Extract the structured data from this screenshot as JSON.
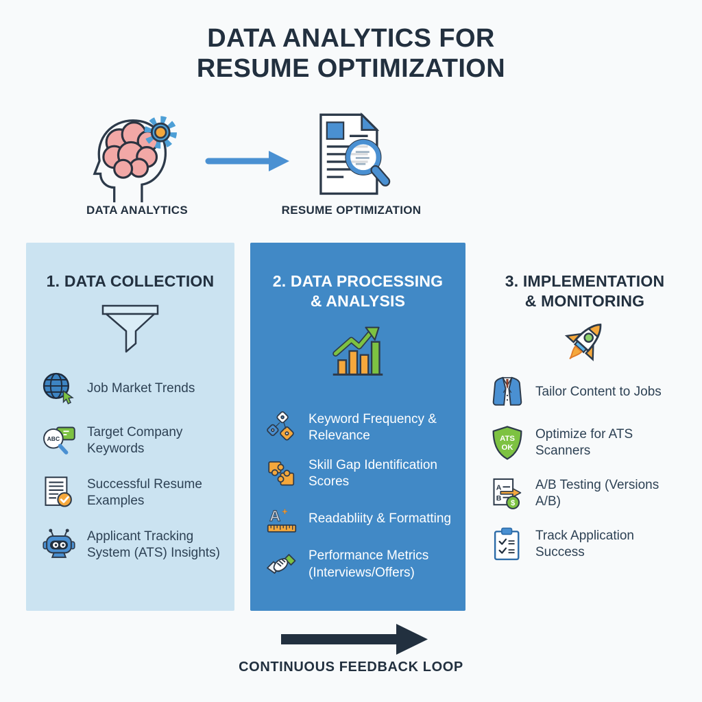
{
  "title": {
    "line1": "DATA ANALYTICS FOR",
    "line2": "RESUME OPTIMIZATION"
  },
  "flow": {
    "source": {
      "label": "DATA ANALYTICS",
      "icon": "brain-gear-icon"
    },
    "arrow_icon": "right-arrow-icon",
    "target": {
      "label": "RESUME OPTIMIZATION",
      "icon": "resume-magnifier-icon"
    }
  },
  "columns": [
    {
      "title": "1. DATA COLLECTION",
      "header_icon": "funnel-icon",
      "panel_color": "#cbe3f1",
      "items": [
        {
          "icon": "globe-cursor-icon",
          "text": "Job Market Trends"
        },
        {
          "icon": "keyword-search-icon",
          "text": "Target Company Keywords"
        },
        {
          "icon": "resume-check-icon",
          "text": "Successful Resume Examples"
        },
        {
          "icon": "robot-icon",
          "text": "Applicant Tracking System (ATS) Insights)"
        }
      ]
    },
    {
      "title_line1": "2. DATA PROCESSING",
      "title_line2": "& ANALYSIS",
      "header_icon": "growth-chart-icon",
      "panel_color": "#4189c6",
      "items": [
        {
          "icon": "tags-icon",
          "text": "Keyword Frequency & Relevance"
        },
        {
          "icon": "puzzle-icon",
          "text": "Skill Gap Identification Scores"
        },
        {
          "icon": "grade-ruler-icon",
          "text": "Readabliity & Formatting"
        },
        {
          "icon": "handshake-icon",
          "text": "Performance Metrics (Interviews/Offers)"
        }
      ]
    },
    {
      "title_line1": "3. IMPLEMENTATION",
      "title_line2": "& MONITORING",
      "header_icon": "rocket-icon",
      "panel_color": "transparent",
      "items": [
        {
          "icon": "blazer-icon",
          "text": "Tailor Content to Jobs"
        },
        {
          "icon": "ats-shield-icon",
          "text": "Optimize for ATS Scanners"
        },
        {
          "icon": "ab-testing-icon",
          "text": "A/B Testing (Versions A/B)"
        },
        {
          "icon": "clipboard-check-icon",
          "text": "Track Application Success"
        }
      ]
    }
  ],
  "footer": {
    "arrow_icon": "feedback-arrow-icon",
    "label": "CONTINUOUS FEEDBACK LOOP"
  },
  "icon_texts": {
    "abc": "ABC",
    "ats_line1": "ATS",
    "ats_line2": "OK",
    "grade_a": "A",
    "grade_plus": "+",
    "version_a": "A",
    "version_b": "B",
    "dollar": "$"
  },
  "colors": {
    "accent_blue": "#4a90d2",
    "panel_light": "#cbe3f1",
    "panel_blue": "#4189c6",
    "dark_navy": "#22303f",
    "green": "#7dc242",
    "orange": "#f5a83c",
    "brain_pink": "#f2a8a6"
  }
}
